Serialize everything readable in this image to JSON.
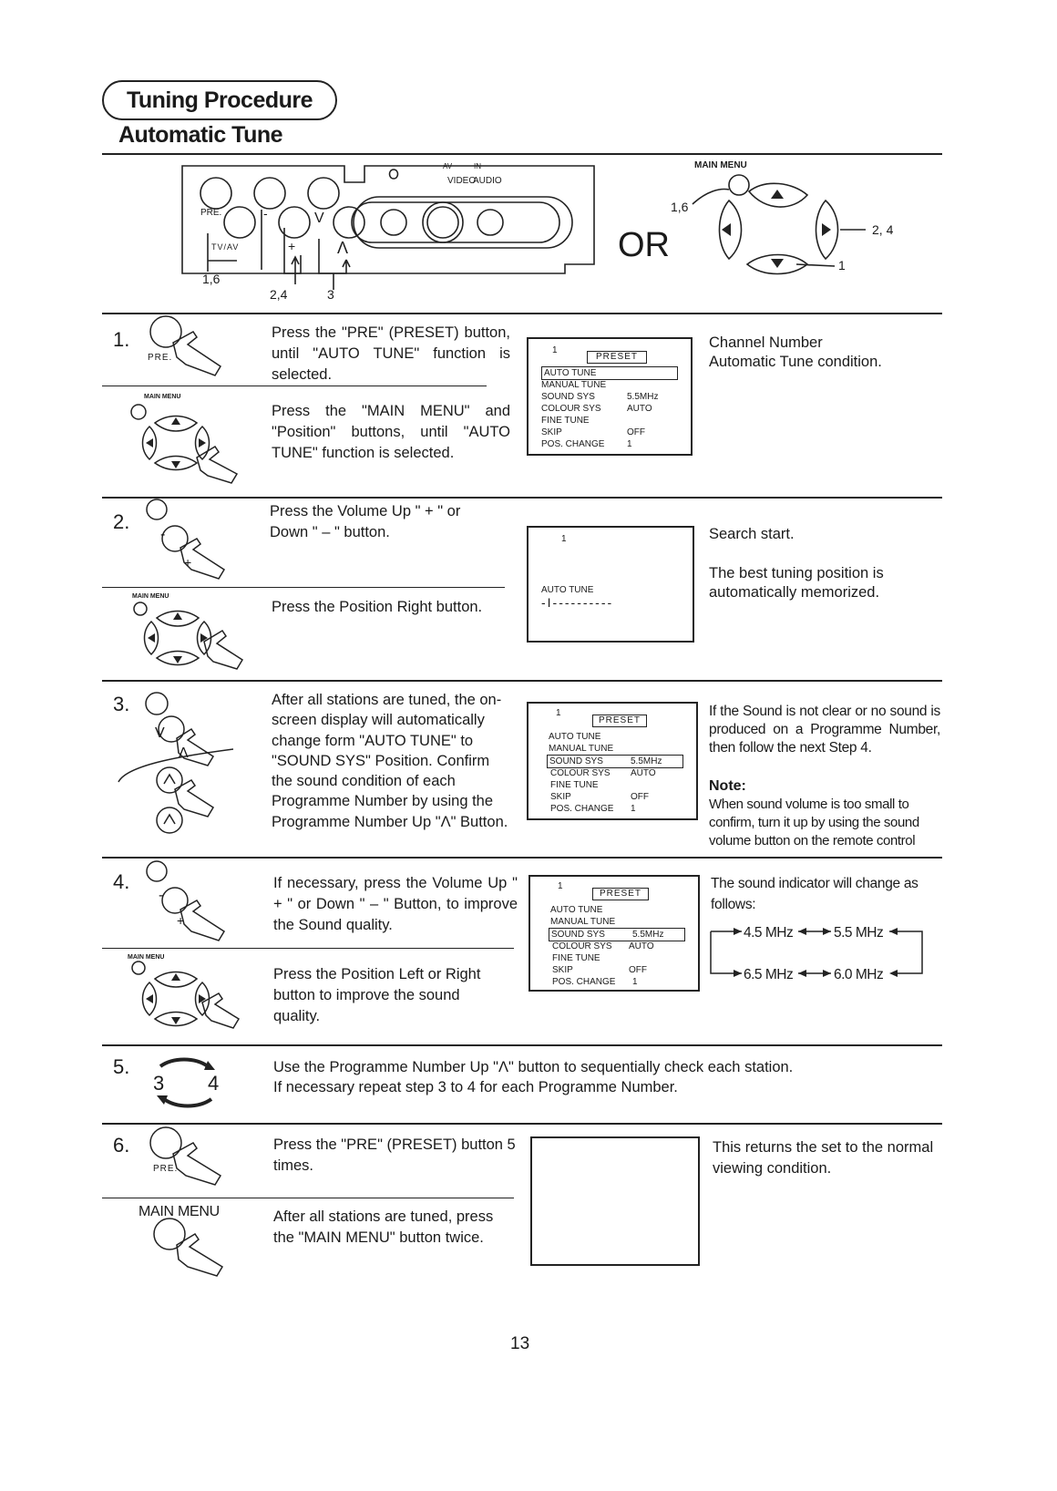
{
  "header": {
    "title": "Tuning Procedure",
    "subtitle": "Automatic Tune"
  },
  "panel": {
    "video": "VIDEO",
    "audio": "AUDIO",
    "av": "AV",
    "in": "IN",
    "pre": "PRE.",
    "minus": "-",
    "v": "V",
    "tvav": "TV/AV",
    "plus": "+",
    "up": "Λ",
    "lbl_16": "1,6",
    "lbl_24": "2,4",
    "lbl_3": "3"
  },
  "or": "OR",
  "remote": {
    "main_menu": "MAIN MENU",
    "lbl_16": "1,6",
    "lbl_24": "2, 4",
    "lbl_1": "1"
  },
  "steps": [
    {
      "num": "1.",
      "btn": "PRE.",
      "text_a": "Press the \"PRE\" (PRESET) button, until \"AUTO TUNE\" function is selected.",
      "mm": "MAIN MENU",
      "text_b": "Press the \"MAIN MENU\" and \"Position\" buttons, until \"AUTO TUNE\" function is selected.",
      "result": "Channel Number\nAutomatic Tune condition."
    },
    {
      "num": "2.",
      "minus": "-",
      "plus": "+",
      "text_a": "Press the Volume Up \" + \" or Down \" – \" button.",
      "mm": "MAIN MENU",
      "text_b": "Press the Position Right button.",
      "result_a": "Search start.",
      "result_b": "The best tuning position is automatically memorized."
    },
    {
      "num": "3.",
      "v": "V",
      "up": "Λ",
      "text_a": "After all stations are tuned, the on-screen display will automatically change form \"AUTO TUNE\" to \"SOUND SYS\" Position. Confirm the sound condition of each Programme Number by using the Programme Number Up \"Λ\" Button.",
      "result": "If the Sound is not clear or no sound is produced on a Programme Number, then follow the next Step 4.",
      "note_title": "Note:",
      "note": "When sound volume is too small to confirm, turn it up by using the sound volume button on the remote control"
    },
    {
      "num": "4.",
      "minus": "-",
      "plus": "+",
      "text_a": "If necessary, press the Volume Up \" + \" or Down \" – \" Button, to improve the Sound quality.",
      "mm": "MAIN MENU",
      "text_b": "Press the Position Left or Right button to improve the sound quality.",
      "result": "The sound indicator will change as follows:",
      "f1": "4.5 MHz",
      "f2": "5.5 MHz",
      "f3": "6.5 MHz",
      "f4": "6.0 MHz"
    },
    {
      "num": "5.",
      "a": "3",
      "b": "4",
      "text_a": "Use the Programme Number Up \"Λ\" button to sequentially check each station.",
      "text_b": "If necessary repeat step 3 to 4 for each Programme Number."
    },
    {
      "num": "6.",
      "btn": "PRE.",
      "text_a": "Press the \"PRE\" (PRESET) button 5 times.",
      "mm": "MAIN MENU",
      "text_b": "After all stations are tuned, press the \"MAIN MENU\" button twice.",
      "result": "This returns the set to the normal viewing condition."
    }
  ],
  "osd_menu": {
    "num": "1",
    "preset": "PRESET",
    "rows": [
      "AUTO TUNE",
      "MANUAL TUNE",
      "SOUND SYS",
      "COLOUR SYS",
      "FINE TUNE",
      "SKIP",
      "POS. CHANGE"
    ],
    "vals": [
      "",
      "",
      "5.5MHz",
      "AUTO",
      "",
      "OFF",
      "1"
    ]
  },
  "osd_search": {
    "num": "1",
    "label": "AUTO TUNE",
    "bar": "-I----------"
  },
  "page_number": "13"
}
